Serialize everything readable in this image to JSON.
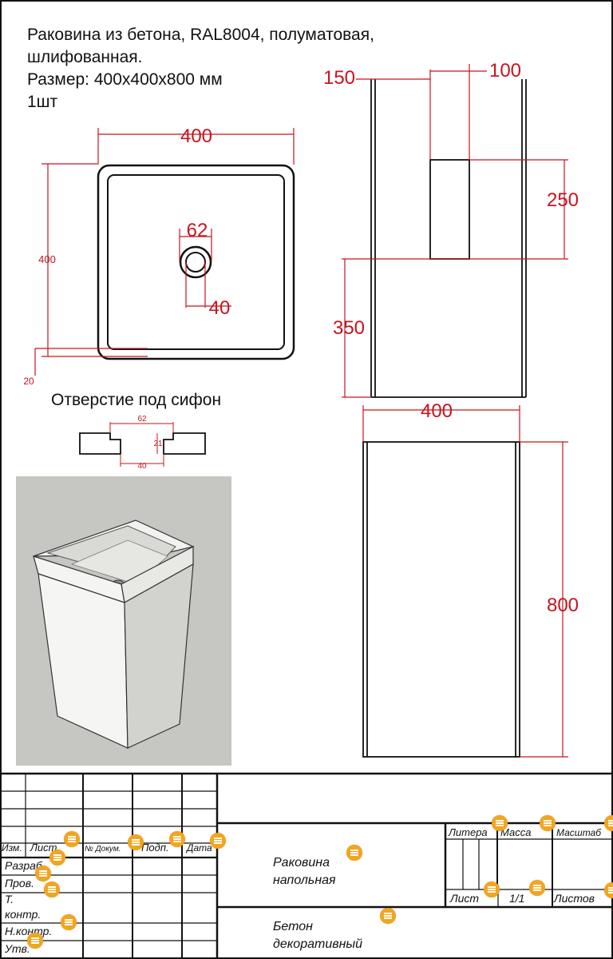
{
  "header": {
    "line1": "Раковина из бетона, RAL8004, полуматовая,",
    "line2": "шлифованная.",
    "line3": "Размер: 400х400х800 мм",
    "line4": "1шт"
  },
  "top_view": {
    "dim_width": "400",
    "dim_depth": "400",
    "dim_rim": "20",
    "dim_hole_outer": "62",
    "dim_hole_inner": "40"
  },
  "siphon": {
    "title": "Отверстие под сифон",
    "dim_outer": "62",
    "dim_inner": "40",
    "dim_depth": "21"
  },
  "section_view": {
    "dim_150": "150",
    "dim_100": "100",
    "dim_250": "250",
    "dim_350": "350"
  },
  "front_view": {
    "dim_width": "400",
    "dim_height": "800"
  },
  "title_block": {
    "col_izm": "Изм.",
    "col_list": "Лист",
    "col_docum": "№ Докум.",
    "col_podp": "Подп.",
    "col_data": "Дата",
    "row_razrab": "Разраб.",
    "row_prov": "Пров.",
    "row_tkontr_1": "Т.",
    "row_tkontr_2": "контр.",
    "row_nkontr": "Н.контр.",
    "row_utv": "Утв.",
    "name_line1": "Раковина",
    "name_line2": "напольная",
    "material_line1": "Бетон",
    "material_line2": "декоративный",
    "litera": "Литера",
    "massa": "Масса",
    "masshtab": "Масштаб",
    "list_label": "Лист",
    "list_value": "1/1",
    "listov_label": "Листов"
  },
  "colors": {
    "dimension": "#c8141e",
    "outline": "#111111",
    "render_bg": "#c6c6c2",
    "comment_marker": "#f3a51e"
  }
}
